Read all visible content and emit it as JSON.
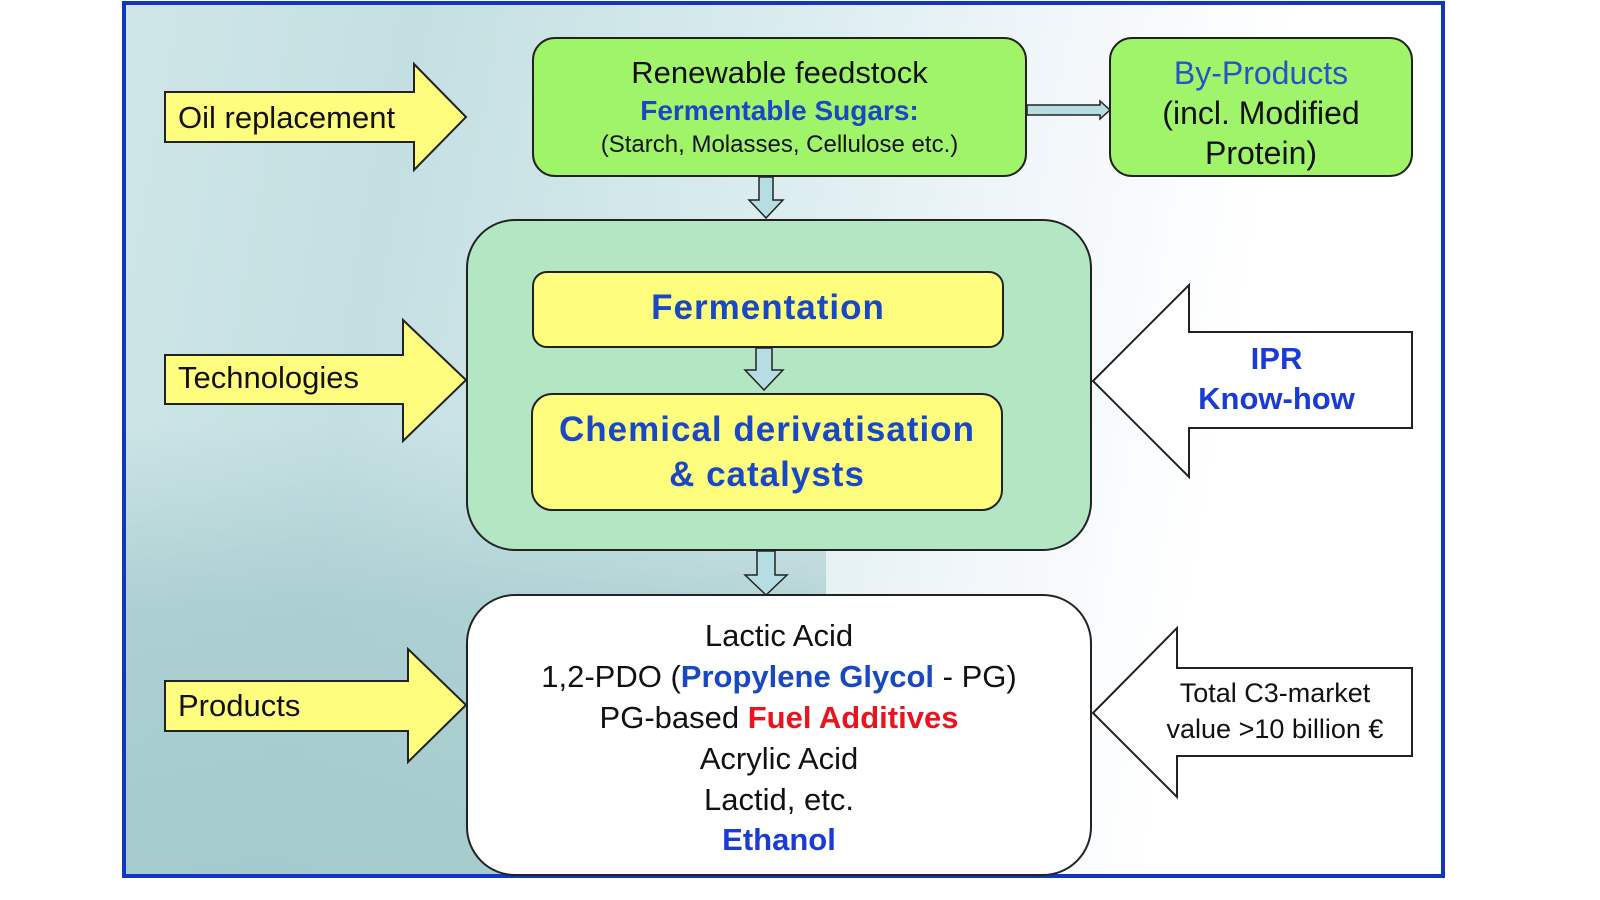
{
  "colors": {
    "frame": "#1335c2",
    "green_box": "#a0f46a",
    "process_container": "#b3e6c2",
    "yellow": "#fffd7e",
    "connector": "#b6dde2",
    "accent_blue": "#1848c4",
    "accent_red": "#e8141e"
  },
  "left_arrows": [
    {
      "label": "Oil replacement"
    },
    {
      "label": "Technologies"
    },
    {
      "label": "Products"
    }
  ],
  "feedstock": {
    "title": "Renewable feedstock",
    "subtitle": "Fermentable Sugars:",
    "examples": "(Starch, Molasses, Cellulose etc.)"
  },
  "byproducts": {
    "title": "By-Products",
    "line2": "(incl. Modified",
    "line3": "Protein)"
  },
  "process": {
    "step1": "Fermentation",
    "step2_line1": "Chemical derivatisation",
    "step2_line2": "& catalysts"
  },
  "ipr_arrow": {
    "line1": "IPR",
    "line2": "Know-how"
  },
  "products": {
    "line1": "Lactic Acid",
    "line2_prefix": "1,2-PDO (",
    "line2_highlight": "Propylene Glycol",
    "line2_suffix": " - PG)",
    "line3_prefix": "PG-based ",
    "line3_highlight": "Fuel Additives",
    "line4": "Acrylic Acid",
    "line5": "Lactid, etc.",
    "line6": "Ethanol"
  },
  "market_arrow": {
    "line1": "Total C3-market",
    "line2": "value >10 billion €"
  }
}
